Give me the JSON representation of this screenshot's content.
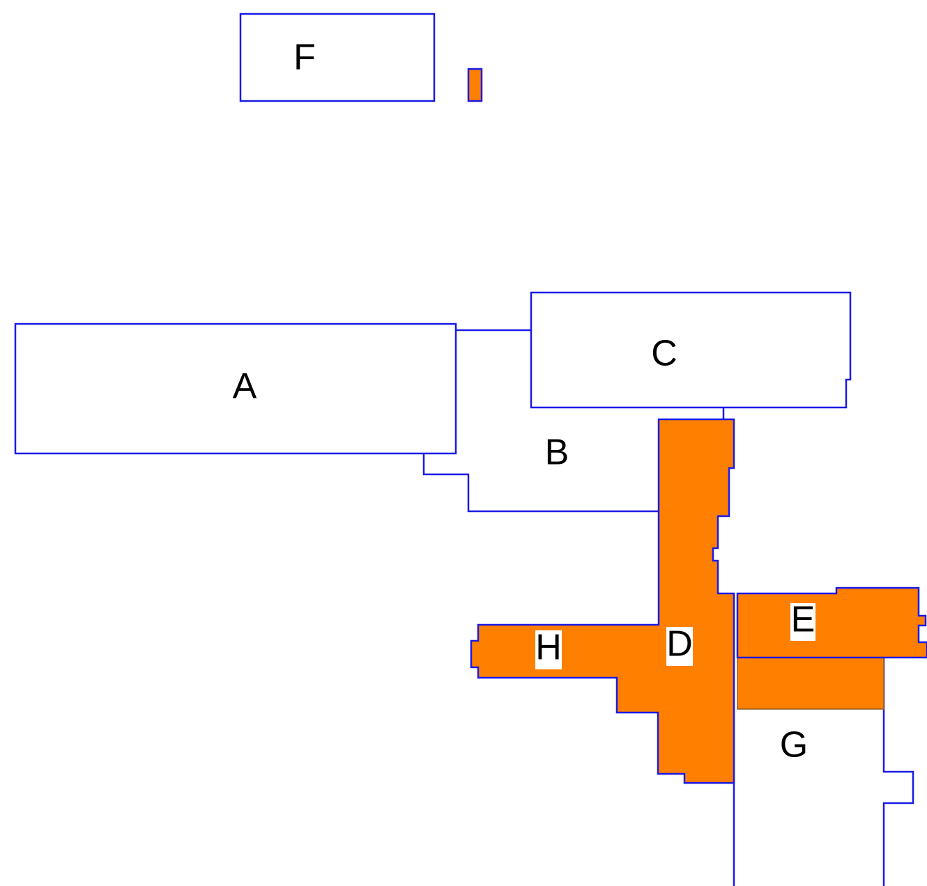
{
  "map": {
    "colors": {
      "outline": "#1a1ae6",
      "highlight": "#ff8000",
      "background": "#ffffff"
    },
    "regions": [
      {
        "id": "A",
        "label": "A",
        "highlighted": false
      },
      {
        "id": "B",
        "label": "B",
        "highlighted": false
      },
      {
        "id": "C",
        "label": "C",
        "highlighted": false
      },
      {
        "id": "D",
        "label": "D",
        "highlighted": true
      },
      {
        "id": "E",
        "label": "E",
        "highlighted": true
      },
      {
        "id": "F",
        "label": "F",
        "highlighted": false
      },
      {
        "id": "G",
        "label": "G",
        "highlighted": false
      },
      {
        "id": "H",
        "label": "H",
        "highlighted": true
      }
    ]
  }
}
